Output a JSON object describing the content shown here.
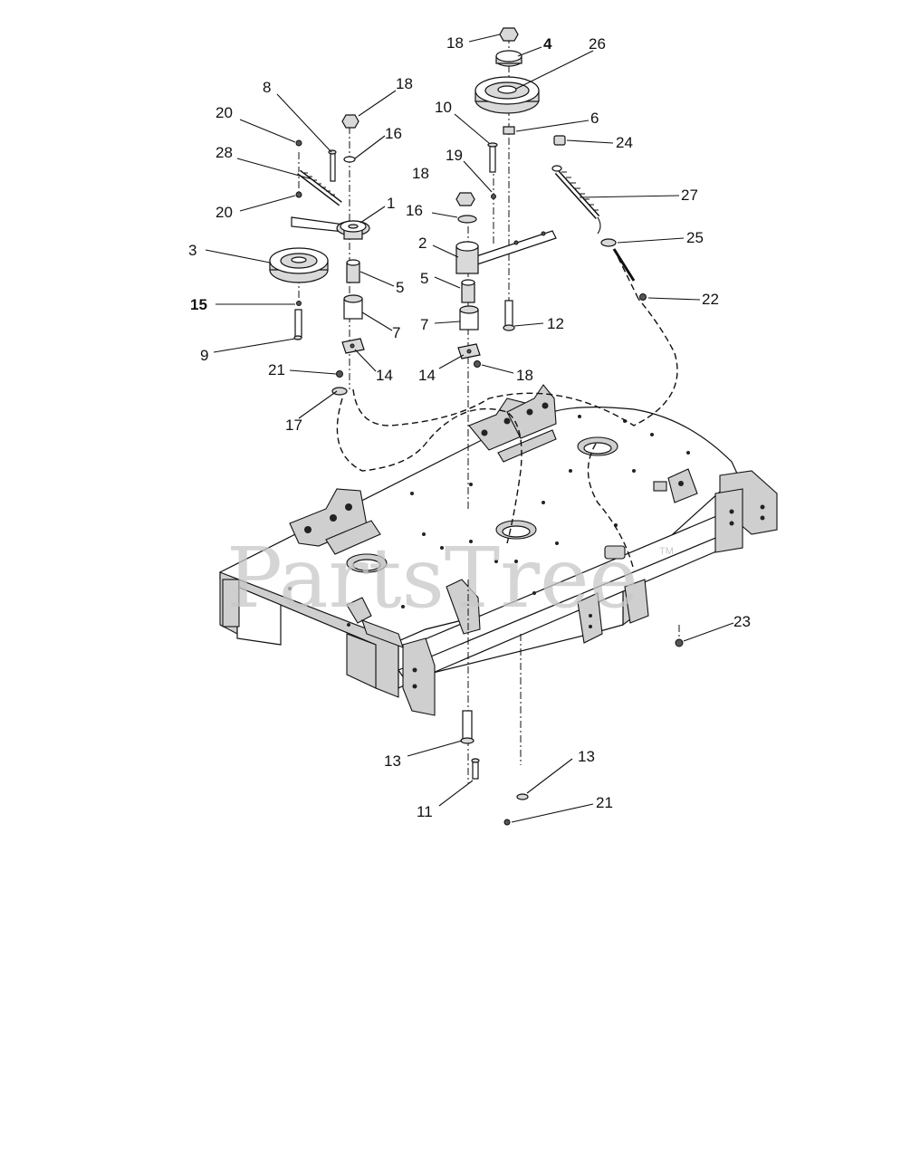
{
  "watermark": {
    "text": "PartsTree",
    "tm": "TM"
  },
  "callouts": [
    {
      "id": "c18a",
      "label": "18"
    },
    {
      "id": "c4",
      "label": "4"
    },
    {
      "id": "c26",
      "label": "26"
    },
    {
      "id": "c8",
      "label": "8"
    },
    {
      "id": "c18b",
      "label": "18"
    },
    {
      "id": "c20a",
      "label": "20"
    },
    {
      "id": "c16a",
      "label": "16"
    },
    {
      "id": "c10",
      "label": "10"
    },
    {
      "id": "c6",
      "label": "6"
    },
    {
      "id": "c24",
      "label": "24"
    },
    {
      "id": "c28",
      "label": "28"
    },
    {
      "id": "c19",
      "label": "19"
    },
    {
      "id": "c18c",
      "label": "18"
    },
    {
      "id": "c27",
      "label": "27"
    },
    {
      "id": "c20b",
      "label": "20"
    },
    {
      "id": "c1",
      "label": "1"
    },
    {
      "id": "c16b",
      "label": "16"
    },
    {
      "id": "c25",
      "label": "25"
    },
    {
      "id": "c2",
      "label": "2"
    },
    {
      "id": "c3",
      "label": "3"
    },
    {
      "id": "c5a",
      "label": "5"
    },
    {
      "id": "c5b",
      "label": "5"
    },
    {
      "id": "c22",
      "label": "22"
    },
    {
      "id": "c15",
      "label": "15"
    },
    {
      "id": "c12",
      "label": "12"
    },
    {
      "id": "c7a",
      "label": "7"
    },
    {
      "id": "c7b",
      "label": "7"
    },
    {
      "id": "c9",
      "label": "9"
    },
    {
      "id": "c21a",
      "label": "21"
    },
    {
      "id": "c14a",
      "label": "14"
    },
    {
      "id": "c14b",
      "label": "14"
    },
    {
      "id": "c18d",
      "label": "18"
    },
    {
      "id": "c17",
      "label": "17"
    },
    {
      "id": "c23",
      "label": "23"
    },
    {
      "id": "c13a",
      "label": "13"
    },
    {
      "id": "c13b",
      "label": "13"
    },
    {
      "id": "c11",
      "label": "11"
    },
    {
      "id": "c21b",
      "label": "21"
    }
  ]
}
